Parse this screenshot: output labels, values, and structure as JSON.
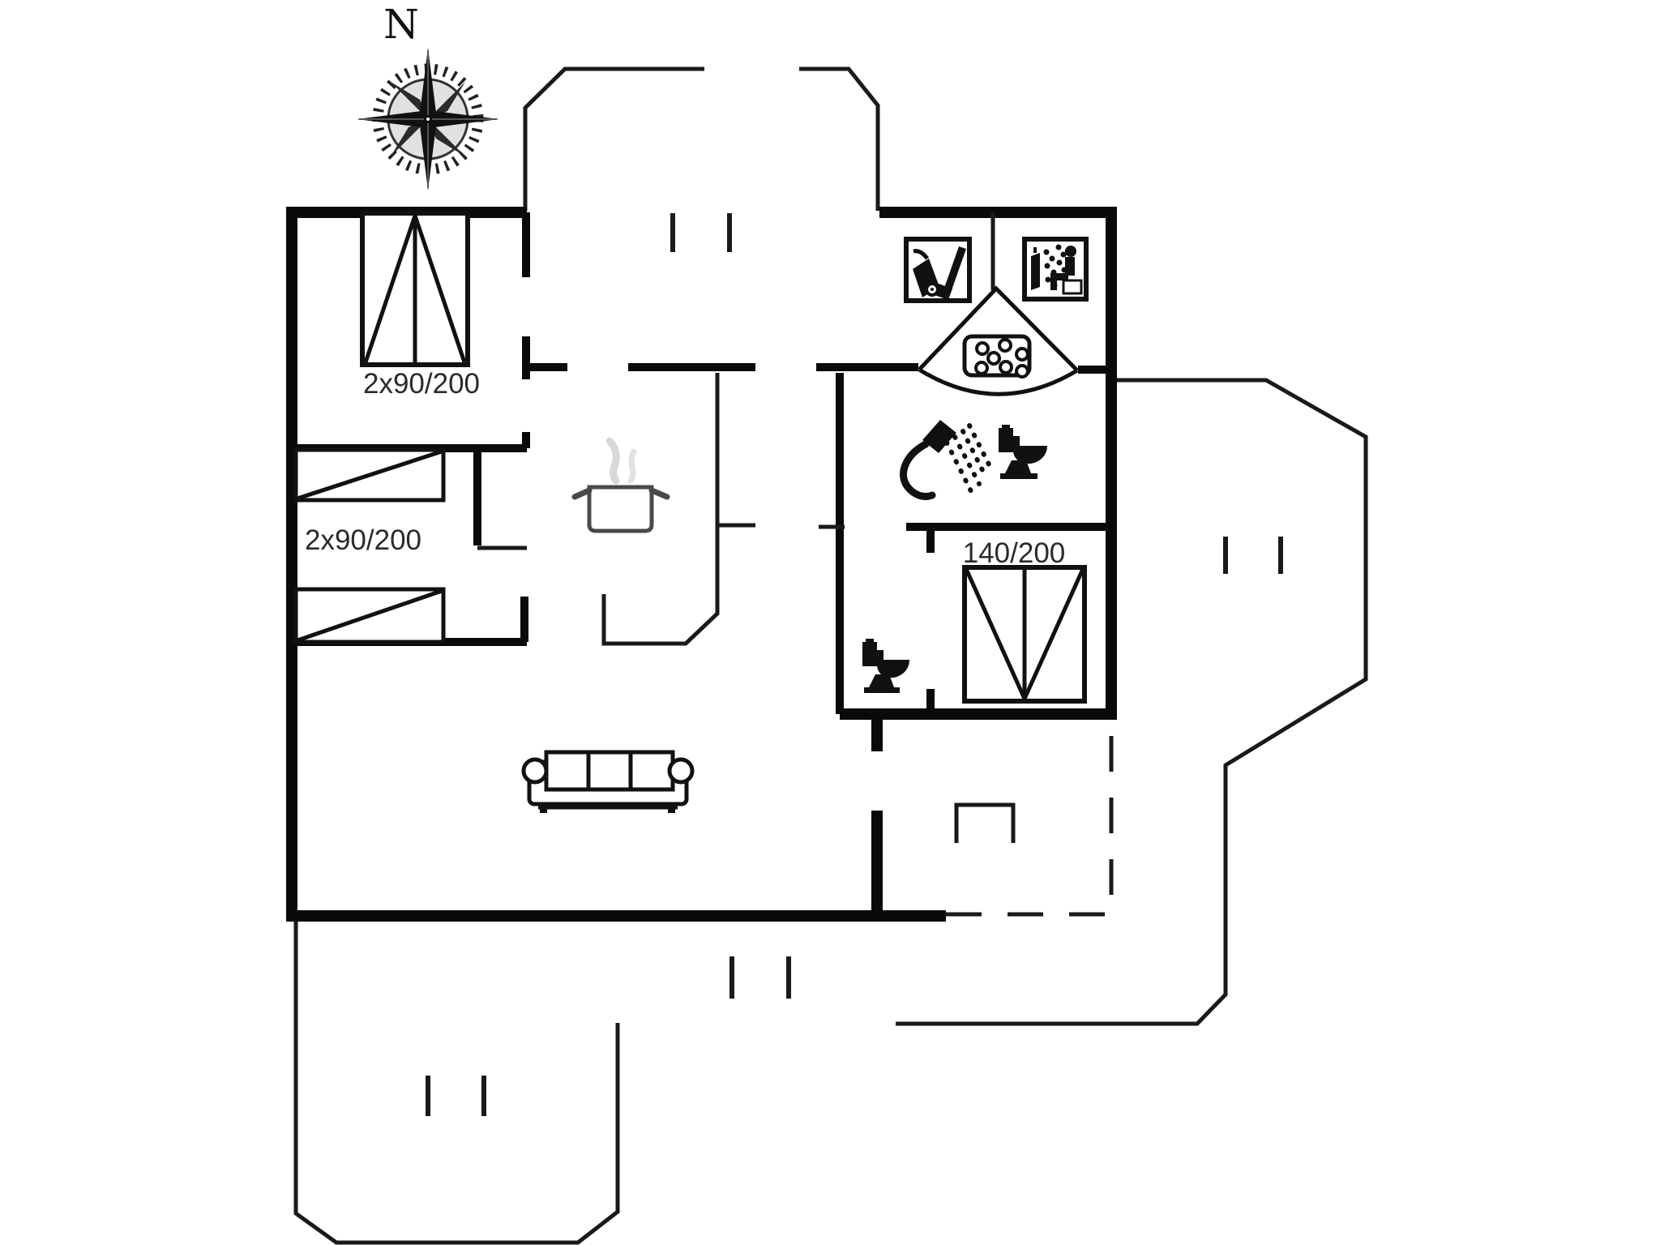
{
  "diagram": {
    "type": "holiday-house floor plan",
    "compass": {
      "label": "N"
    },
    "dimension_labels": {
      "bed_top_left": "2x90/200",
      "bed_mid_left": "2x90/200",
      "bed_right": "140/200"
    },
    "icons": {
      "compass": "compass-rose-icon",
      "utility": "vacuum-cleaner-icon",
      "sauna": "sauna-person-icon",
      "spa": "corner-spa-bath-icon",
      "shower": "hand-shower-icon",
      "bath_toilet": "toilet-icon",
      "guest_toilet": "toilet-icon",
      "kitchen": "cooking-pot-icon",
      "living": "sofa-icon",
      "beds": [
        "double-bed-icon",
        "single-bed-icon",
        "single-bed-icon",
        "double-bed-icon"
      ]
    },
    "colors": {
      "walls": "#0a0a0a",
      "thin_lines": "#1a1a1a",
      "background": "#ffffff",
      "text": "#2b2b2b",
      "pot_outline": "#4a4a4a",
      "steam": "#d8d8d8"
    }
  }
}
